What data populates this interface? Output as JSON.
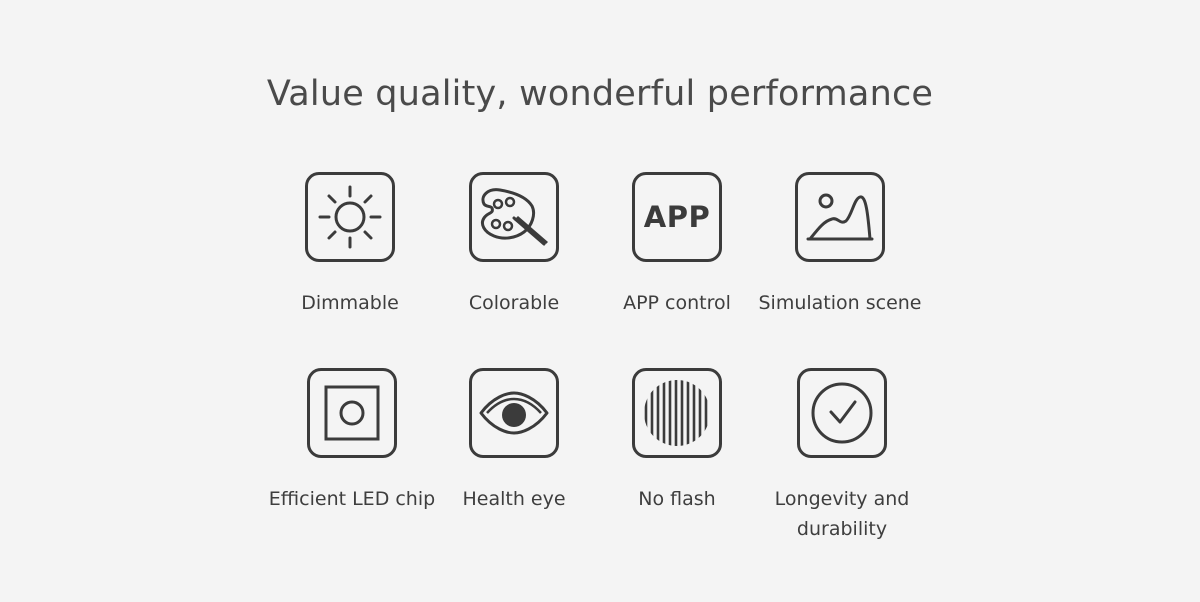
{
  "title": "Value quality, wonderful performance",
  "features": [
    {
      "label": "Dimmable",
      "icon": "sun-icon"
    },
    {
      "label": "Colorable",
      "icon": "palette-icon"
    },
    {
      "label": "APP control",
      "icon": "app-icon",
      "icon_text": "APP"
    },
    {
      "label": "Simulation scene",
      "icon": "landscape-icon"
    },
    {
      "label": "Efficient LED chip",
      "icon": "chip-icon"
    },
    {
      "label": "Health eye",
      "icon": "eye-icon"
    },
    {
      "label": "No flash",
      "icon": "no-flash-icon"
    },
    {
      "label": "Longevity and durability",
      "icon": "clock-check-icon"
    }
  ],
  "colors": {
    "background": "#f4f4f4",
    "icon_stroke": "#3b3b3b",
    "text": "#3e3e3e"
  }
}
